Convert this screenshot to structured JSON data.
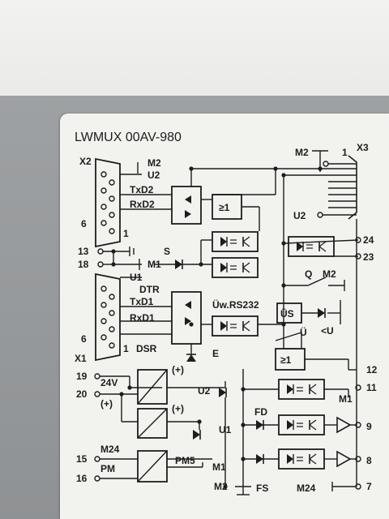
{
  "title": "LWMUX 00AV-980",
  "left_connector": {
    "name": "X2",
    "pins": [
      "6",
      "1"
    ],
    "signals": [
      "M2",
      "U2",
      "TxD2",
      "RxD2"
    ]
  },
  "x1_connector": {
    "name": "X1",
    "pins": [
      "6",
      "1"
    ],
    "signals": [
      "M1",
      "U1",
      "DTR",
      "TxD1",
      "RxD1",
      "DSR"
    ]
  },
  "shield_pins": [
    "13",
    "18"
  ],
  "power_pins": [
    "19",
    "20",
    "15",
    "16"
  ],
  "power_labels": {
    "v24": "24V",
    "plus": "(+)",
    "m24": "M24",
    "pm": "PM"
  },
  "right_connector": {
    "name": "X3",
    "m2": "M2",
    "pin1": "1",
    "u2": "U2",
    "pins": [
      "24",
      "23",
      "12",
      "11",
      "9",
      "8",
      "7"
    ]
  },
  "labels": {
    "s": "S",
    "e": "E",
    "q": "Q",
    "m2_switch": "M2",
    "uw": "Üw.RS232",
    "us": "ÜS",
    "u_small": "Ü",
    "lt_u": "<U",
    "or_gate": "≥1",
    "u2_bottom": "U2",
    "u1_bottom": "U1",
    "pm5": "PM5",
    "m1_bottom": "M1",
    "fd": "FD",
    "fs": "FS",
    "m2_bottom": "M2",
    "m24_bottom": "M24",
    "m1_right": "M1",
    "plus_a": "(+)",
    "plus_b": "(+)"
  }
}
